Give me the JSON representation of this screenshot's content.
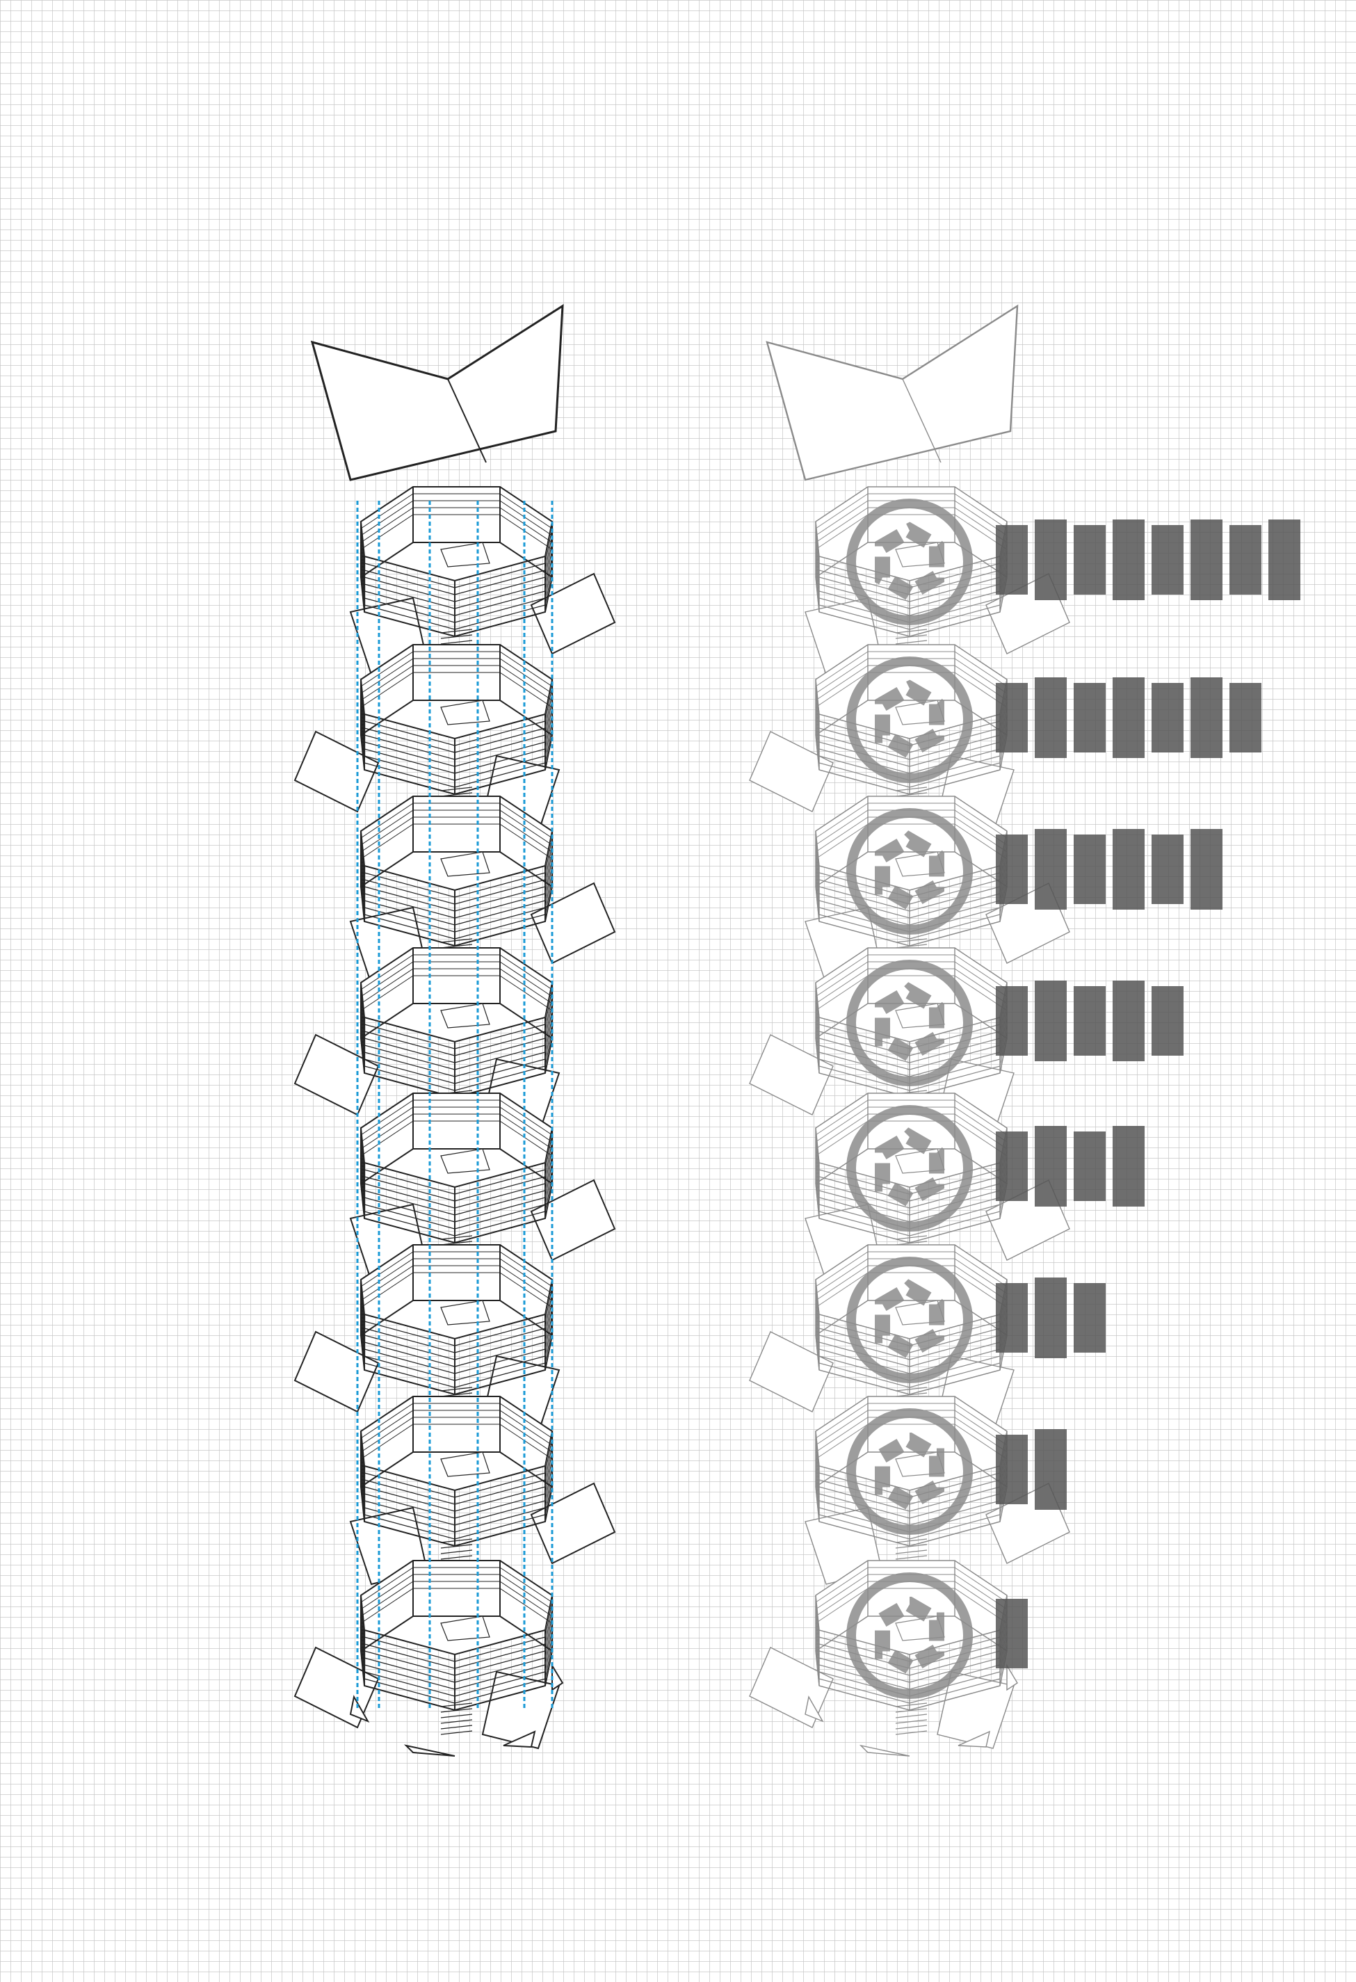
{
  "diagram": {
    "kind": "exploded axonometric tower",
    "levels": 8,
    "bar_counts_per_level": [
      8,
      7,
      6,
      5,
      4,
      3,
      2,
      1
    ],
    "colors": {
      "background": "#ffffff",
      "grid": "#c8c8c8",
      "line": "#222222",
      "ghost_line": "#8a8a8a",
      "guide": "#1a9ad6",
      "logo": "#8c8c8c",
      "bar": "#555555"
    }
  }
}
